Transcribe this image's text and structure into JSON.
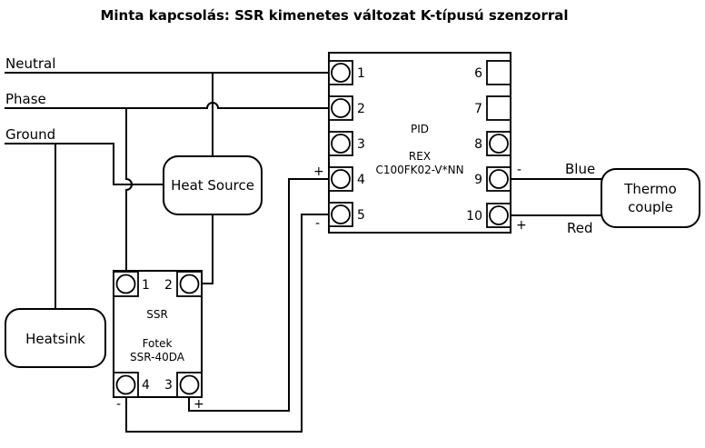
{
  "title": "Minta kapcsolás: SSR kimenetes változat K-típusú szenzorral",
  "lines": {
    "neutral": "Neutral",
    "phase": "Phase",
    "ground": "Ground"
  },
  "heat_source": "Heat Source",
  "heatsink": "Heatsink",
  "thermocouple": {
    "line1": "Thermo",
    "line2": "couple"
  },
  "pid": {
    "name": "PID",
    "brand": "REX",
    "model": "C100FK02-V*NN",
    "pins": [
      "1",
      "2",
      "3",
      "4",
      "5",
      "6",
      "7",
      "8",
      "9",
      "10"
    ]
  },
  "ssr": {
    "name": "SSR",
    "brand": "Fotek",
    "model": "SSR-40DA",
    "pins": [
      "1",
      "2",
      "4",
      "3"
    ]
  },
  "wires": {
    "blue": "Blue",
    "red": "Red"
  },
  "signs": {
    "plus": "+",
    "minus": "-"
  }
}
